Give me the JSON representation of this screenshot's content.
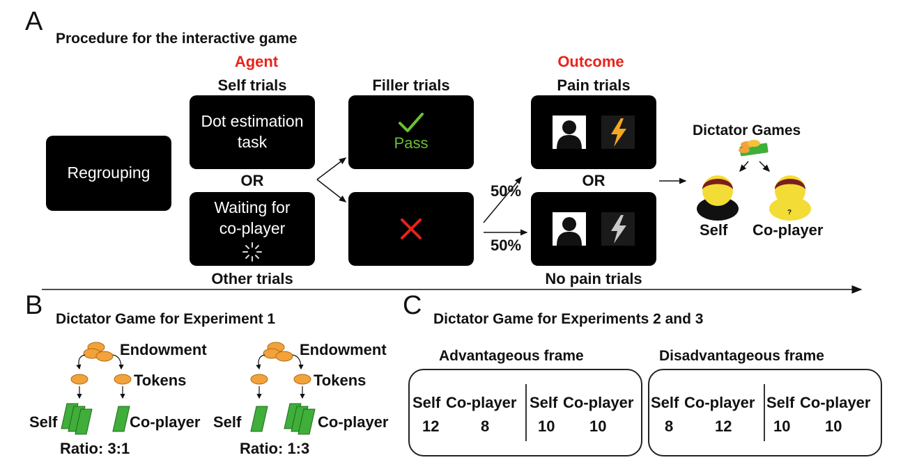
{
  "panel_a": {
    "letter": "A",
    "title": "Procedure for the interactive game",
    "agent_label": "Agent",
    "outcome_label": "Outcome",
    "regrouping": "Regrouping",
    "self_trials": "Self trials",
    "dot_task_line1": "Dot estimation",
    "dot_task_line2": "task",
    "or_1": "OR",
    "waiting_line1": "Waiting for",
    "waiting_line2": "co-player",
    "other_trials": "Other trials",
    "filler_trials": "Filler trials",
    "pass": "Pass",
    "pct_top": "50%",
    "pct_bottom": "50%",
    "pain_trials": "Pain trials",
    "or_2": "OR",
    "no_pain_trials": "No pain trials",
    "dictator_games": "Dictator Games",
    "self": "Self",
    "co_player": "Co-player",
    "question": "?"
  },
  "panel_b": {
    "letter": "B",
    "title": "Dictator Game for Experiment 1",
    "endowment_1": "Endowment",
    "tokens_1": "Tokens",
    "self_1": "Self",
    "coplayer_1": "Co-player",
    "ratio_1": "Ratio: 3:1",
    "endowment_2": "Endowment",
    "tokens_2": "Tokens",
    "self_2": "Self",
    "coplayer_2": "Co-player",
    "ratio_2": "Ratio: 1:3"
  },
  "panel_c": {
    "letter": "C",
    "title": "Dictator Game for Experiments 2 and 3",
    "advantageous": {
      "label": "Advantageous frame",
      "left": {
        "self_head": "Self",
        "co_head": "Co-player",
        "self_val": "12",
        "co_val": "8"
      },
      "right": {
        "self_head": "Self",
        "co_head": "Co-player",
        "self_val": "10",
        "co_val": "10"
      }
    },
    "disadvantageous": {
      "label": "Disadvantageous frame",
      "left": {
        "self_head": "Self",
        "co_head": "Co-player",
        "self_val": "8",
        "co_val": "12"
      },
      "right": {
        "self_head": "Self",
        "co_head": "Co-player",
        "self_val": "10",
        "co_val": "10"
      }
    }
  },
  "colors": {
    "agent_outcome_red": "#e8231a",
    "pass_green": "#6cc035",
    "token_orange": "#f2a23a",
    "money_green": "#3fae3a",
    "bolt_orange": "#f5a623",
    "bolt_gray": "#c8c8c8"
  }
}
